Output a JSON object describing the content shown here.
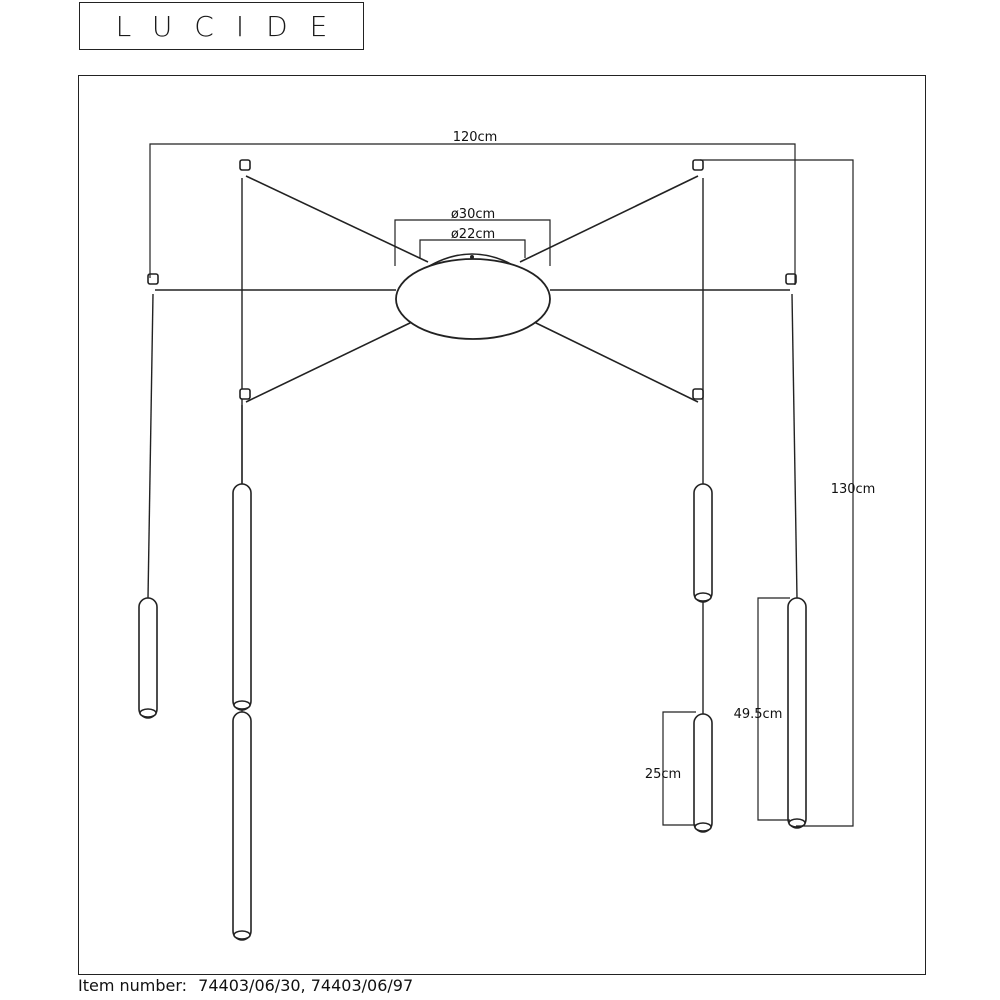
{
  "brand": {
    "logo_text": "LUCIDE"
  },
  "dimensions": {
    "width": "120cm",
    "height": "130cm",
    "canopy_outer": "ø30cm",
    "canopy_inner": "ø22cm",
    "long_tube": "49.5cm",
    "short_tube": "25cm"
  },
  "footer": {
    "item_label": "Item number:",
    "item_values": "74403/06/30, 74403/06/97"
  },
  "colors": {
    "line": "#222222",
    "background": "#ffffff"
  }
}
